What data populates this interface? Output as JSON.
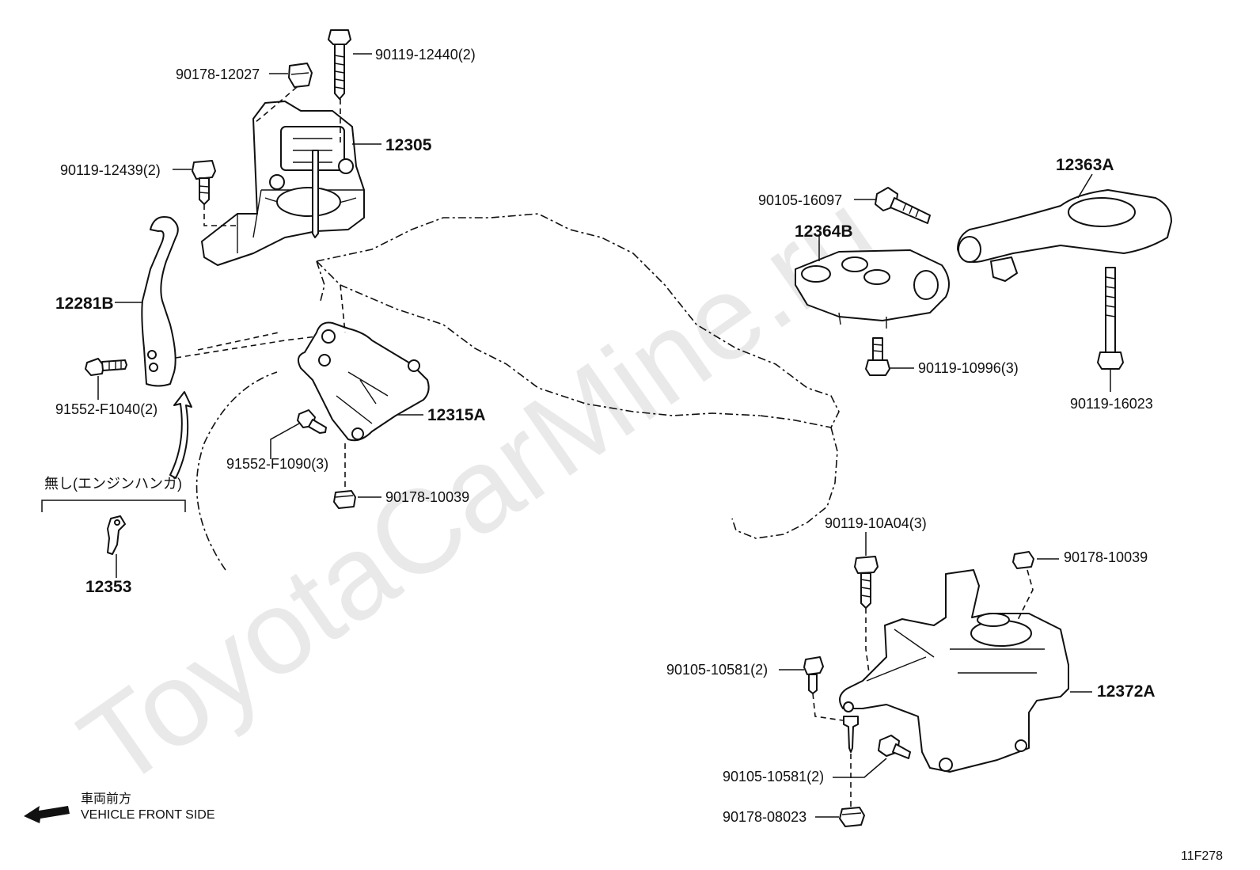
{
  "watermark": "ToyotaCarMine.ru",
  "figure_code": "11F278",
  "front_side": {
    "japanese": "車両前方",
    "english": "VEHICLE FRONT SIDE"
  },
  "note_without_hanger": "無し(エンジンハンガ)",
  "parts": {
    "p12305": "12305",
    "p90119_12440": "90119-12440(2)",
    "p90178_12027": "90178-12027",
    "p90119_12439": "90119-12439(2)",
    "p12281B": "12281B",
    "p91552_F1040": "91552-F1040(2)",
    "p12353": "12353",
    "p12315A": "12315A",
    "p91552_F1090": "91552-F1090(3)",
    "p90178_10039_a": "90178-10039",
    "p12363A": "12363A",
    "p90105_16097": "90105-16097",
    "p12364B": "12364B",
    "p90119_10996": "90119-10996(3)",
    "p90119_16023": "90119-16023",
    "p90119_10A04": "90119-10A04(3)",
    "p90178_10039_b": "90178-10039",
    "p90105_10581_a": "90105-10581(2)",
    "p12372A": "12372A",
    "p90105_10581_b": "90105-10581(2)",
    "p90178_08023": "90178-08023"
  }
}
